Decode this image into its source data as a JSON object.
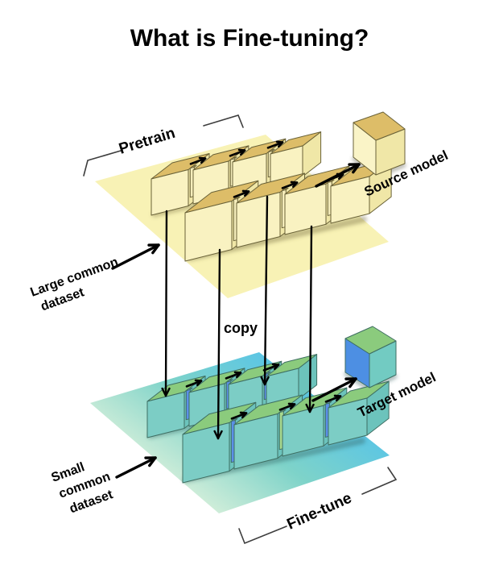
{
  "title": "What is Fine-tuning?",
  "labels": {
    "pretrain": "Pretrain",
    "source_model": "Source model",
    "large_dataset": [
      "Large common",
      "dataset"
    ],
    "copy": "copy",
    "target_model": "Target model",
    "small_dataset": [
      "Small",
      "common",
      "dataset"
    ],
    "finetune": "Fine-tune"
  },
  "colors": {
    "plane_yellow": "#F8F2B5",
    "yellow_cube": {
      "top": "#DDBD68",
      "front": "#F9F2C1",
      "side": "#F0E7A7"
    },
    "yellow_slab": {
      "top": "#E6D28C",
      "front": "#F5EDBB"
    },
    "yellow_stroke": "#6A6238",
    "green_cube": {
      "top": "#8BCB7D",
      "front": "#7CCDC5",
      "side": "#6CC3BC"
    },
    "blue_slab": {
      "top": "#86AFF0",
      "front": "#5B8FE8"
    },
    "green_slab": {
      "top": "#C2E39E",
      "front": "#A8D98F"
    },
    "green_stroke": "#3E6E62",
    "plane_gradient": [
      "#55C3E9",
      "#7ED3C9",
      "#DEF2DC"
    ],
    "source_cube": {
      "top": "#DDBD68",
      "left": "#FAF4C7",
      "right": "#F0E7A7"
    },
    "target_cube": {
      "top": "#8BCB7D",
      "left": "#4D8FE3",
      "right": "#72CBC2"
    },
    "arrow": "#000000",
    "bracket": "#3D3D3D"
  }
}
